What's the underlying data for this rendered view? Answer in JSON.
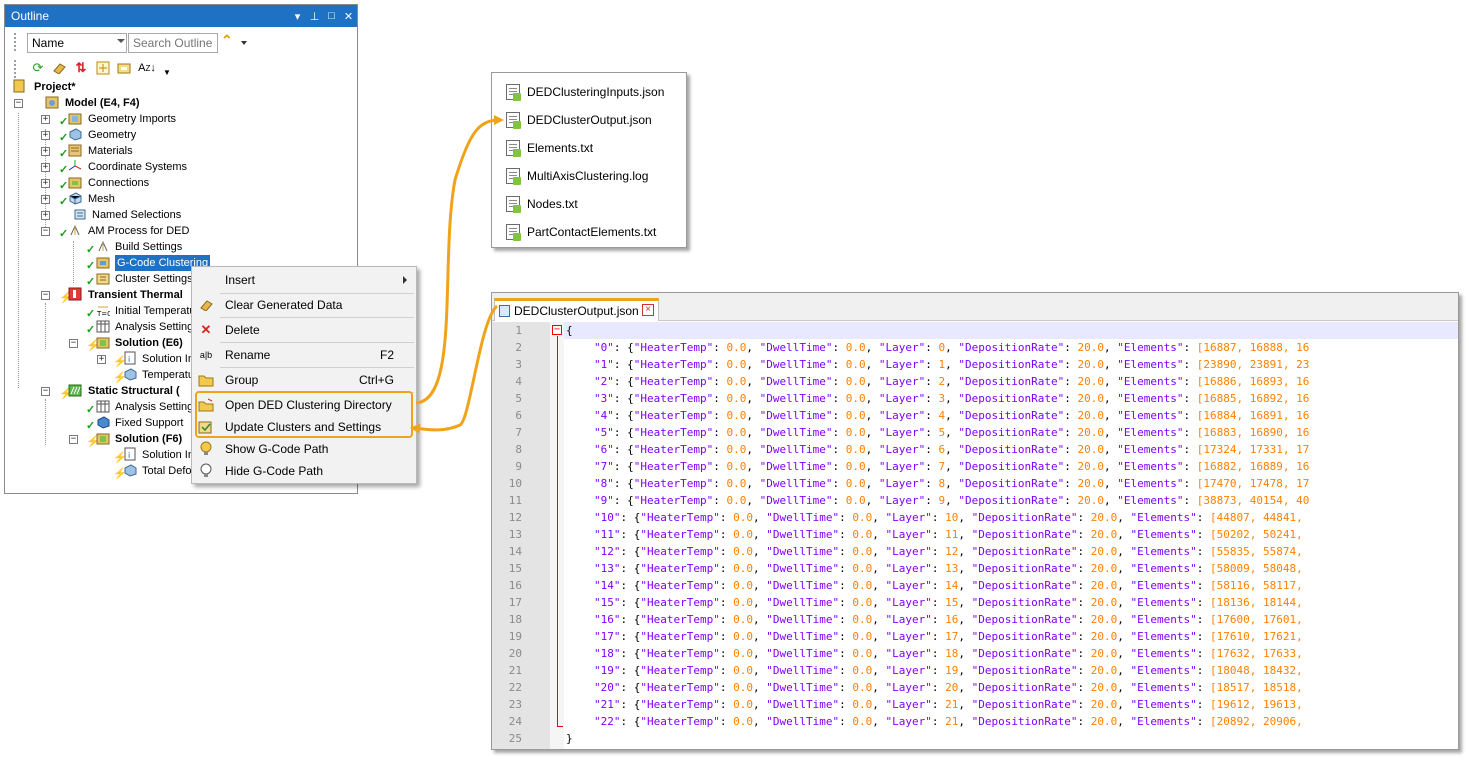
{
  "outline": {
    "title": "Outline",
    "name_select": "Name",
    "search_placeholder": "Search Outline",
    "tree": [
      {
        "label": "Project*",
        "bold": true
      },
      {
        "label": "Model (E4, F4)",
        "bold": true
      },
      {
        "label": "Geometry Imports"
      },
      {
        "label": "Geometry"
      },
      {
        "label": "Materials"
      },
      {
        "label": "Coordinate Systems"
      },
      {
        "label": "Connections"
      },
      {
        "label": "Mesh"
      },
      {
        "label": "Named Selections"
      },
      {
        "label": "AM Process for DED"
      },
      {
        "label": "Build Settings"
      },
      {
        "label": "G-Code Clustering"
      },
      {
        "label": "Cluster Settings"
      },
      {
        "label": "Transient Thermal",
        "bold": true
      },
      {
        "label": "Initial Temperatu"
      },
      {
        "label": "Analysis Setting"
      },
      {
        "label": "Solution (E6)",
        "bold": true
      },
      {
        "label": "Solution In"
      },
      {
        "label": "Temperatu"
      },
      {
        "label": "Static Structural (",
        "bold": true
      },
      {
        "label": "Analysis Setting"
      },
      {
        "label": "Fixed Support"
      },
      {
        "label": "Solution (F6)",
        "bold": true
      },
      {
        "label": "Solution In"
      },
      {
        "label": "Total Defo"
      }
    ]
  },
  "context_menu": {
    "items": [
      {
        "label": "Insert",
        "shortcut": "",
        "icon": "none"
      },
      {
        "label": "Clear Generated Data",
        "shortcut": "",
        "icon": "eraser-icon"
      },
      {
        "label": "Delete",
        "shortcut": "",
        "icon": "delete-x-icon"
      },
      {
        "label": "Rename",
        "shortcut": "F2",
        "icon": "rename-icon"
      },
      {
        "label": "Group",
        "shortcut": "Ctrl+G",
        "icon": "folder-icon"
      },
      {
        "label": "Open DED Clustering Directory",
        "shortcut": "",
        "icon": "open-folder-icon"
      },
      {
        "label": "Update Clusters and Settings",
        "shortcut": "",
        "icon": "update-icon"
      },
      {
        "label": "Show G-Code Path",
        "shortcut": "",
        "icon": "lightbulb-on-icon"
      },
      {
        "label": "Hide G-Code Path",
        "shortcut": "",
        "icon": "lightbulb-off-icon"
      }
    ]
  },
  "directory": {
    "files": [
      "DEDClusteringInputs.json",
      "DEDClusterOutput.json",
      "Elements.txt",
      "MultiAxisClustering.log",
      "Nodes.txt",
      "PartContactElements.txt"
    ]
  },
  "editor": {
    "tab_label": "DEDClusterOutput.json",
    "line_numbers": [
      "1",
      "2",
      "3",
      "4",
      "5",
      "6",
      "7",
      "8",
      "9",
      "10",
      "11",
      "12",
      "13",
      "14",
      "15",
      "16",
      "17",
      "18",
      "19",
      "20",
      "21",
      "22",
      "23",
      "24",
      "25"
    ],
    "first_line": "{",
    "last_line": "}",
    "entries": [
      {
        "key": "\"0\"",
        "layer": "0",
        "elements": "[16887, 16888, 16"
      },
      {
        "key": "\"1\"",
        "layer": "1",
        "elements": "[23890, 23891, 23"
      },
      {
        "key": "\"2\"",
        "layer": "2",
        "elements": "[16886, 16893, 16"
      },
      {
        "key": "\"3\"",
        "layer": "3",
        "elements": "[16885, 16892, 16"
      },
      {
        "key": "\"4\"",
        "layer": "4",
        "elements": "[16884, 16891, 16"
      },
      {
        "key": "\"5\"",
        "layer": "5",
        "elements": "[16883, 16890, 16"
      },
      {
        "key": "\"6\"",
        "layer": "6",
        "elements": "[17324, 17331, 17"
      },
      {
        "key": "\"7\"",
        "layer": "7",
        "elements": "[16882, 16889, 16"
      },
      {
        "key": "\"8\"",
        "layer": "8",
        "elements": "[17470, 17478, 17"
      },
      {
        "key": "\"9\"",
        "layer": "9",
        "elements": "[38873, 40154, 40"
      },
      {
        "key": "\"10\"",
        "layer": "10",
        "elements": "[44807, 44841,"
      },
      {
        "key": "\"11\"",
        "layer": "11",
        "elements": "[50202, 50241,"
      },
      {
        "key": "\"12\"",
        "layer": "12",
        "elements": "[55835, 55874,"
      },
      {
        "key": "\"13\"",
        "layer": "13",
        "elements": "[58009, 58048,"
      },
      {
        "key": "\"14\"",
        "layer": "14",
        "elements": "[58116, 58117,"
      },
      {
        "key": "\"15\"",
        "layer": "15",
        "elements": "[18136, 18144,"
      },
      {
        "key": "\"16\"",
        "layer": "16",
        "elements": "[17600, 17601,"
      },
      {
        "key": "\"17\"",
        "layer": "17",
        "elements": "[17610, 17621,"
      },
      {
        "key": "\"18\"",
        "layer": "18",
        "elements": "[17632, 17633,"
      },
      {
        "key": "\"19\"",
        "layer": "19",
        "elements": "[18048, 18432,"
      },
      {
        "key": "\"20\"",
        "layer": "20",
        "elements": "[18517, 18518,"
      },
      {
        "key": "\"21\"",
        "layer": "21",
        "elements": "[19612, 19613,"
      },
      {
        "key": "\"22\"",
        "layer": "21",
        "elements": "[20892, 20906,"
      }
    ],
    "field_names": {
      "heater": "\"HeaterTemp\"",
      "dwell": "\"DwellTime\"",
      "layer": "\"Layer\"",
      "rate": "\"DepositionRate\"",
      "elements": "\"Elements\""
    },
    "heater_value": "0.0",
    "dwell_value": "0.0",
    "rate_value": "20.0"
  },
  "colors": {
    "accent_orange": "#f0a31a",
    "selection_blue": "#1f71c4",
    "json_key": "#8000ff",
    "json_number": "#ff8000",
    "fold_red": "#e00000"
  }
}
